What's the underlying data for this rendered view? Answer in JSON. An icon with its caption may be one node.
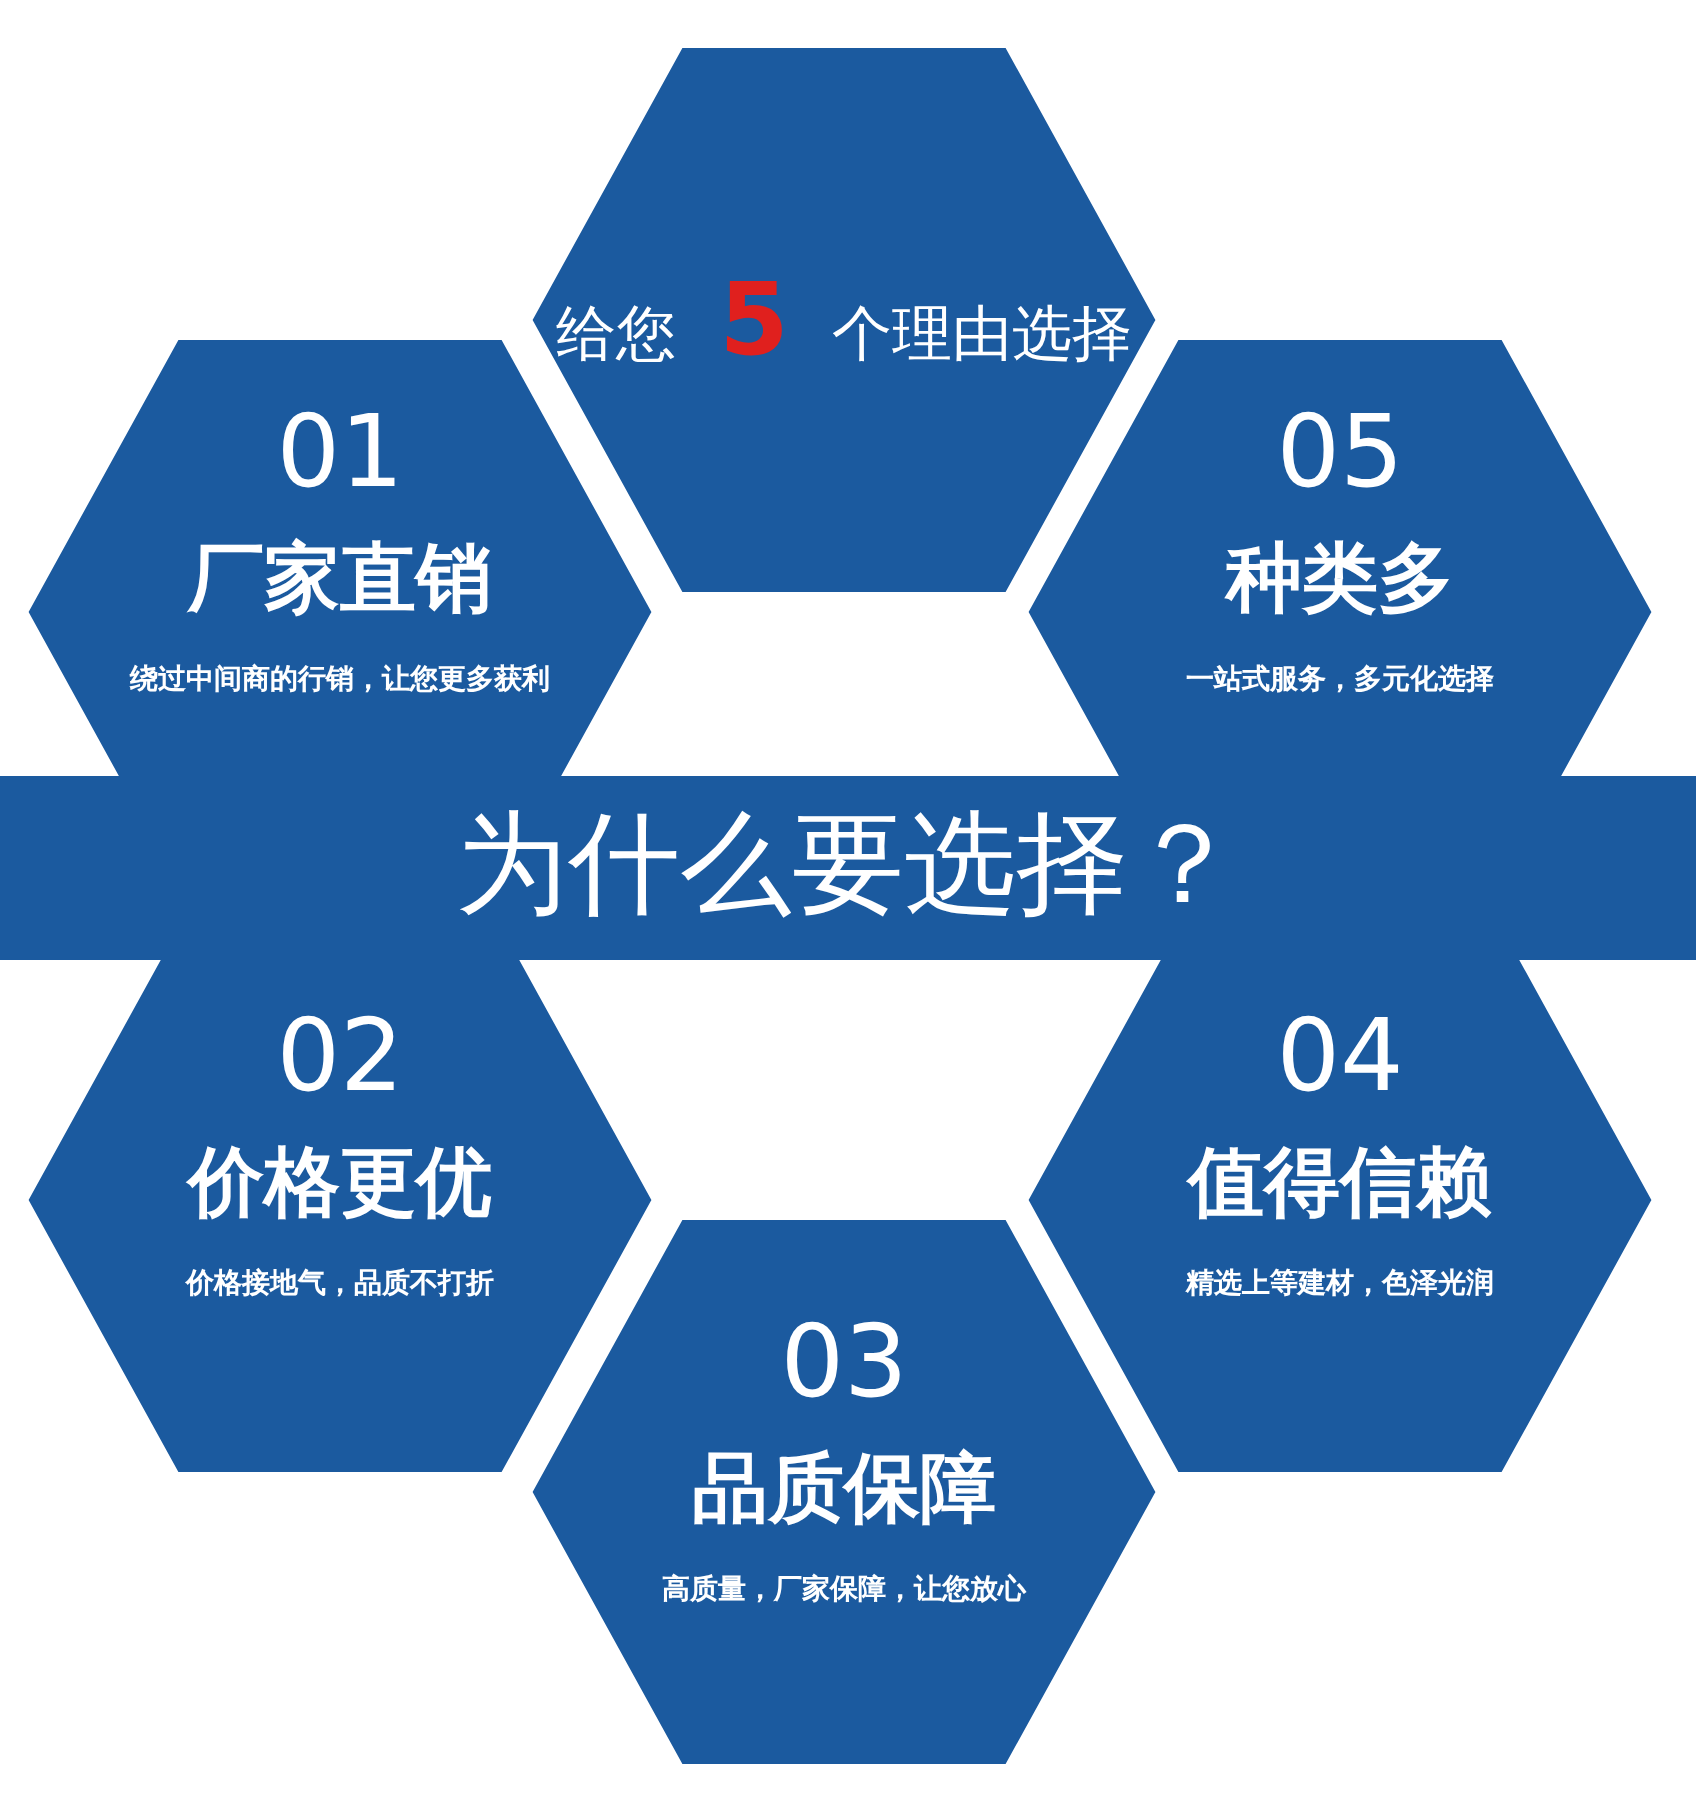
{
  "diagram": {
    "nodes": [
      {
        "text": [
          "给您 **5** 个理由选择"
        ]
      },
      {
        "text": [
          "01",
          "厂家直销",
          "绕过中间商的行销，让您更多获利"
        ]
      },
      {
        "text": [
          "05",
          "种类多",
          "一站式服务，多元化选择"
        ]
      },
      {
        "text": [
          "为什么要选择？"
        ]
      },
      {
        "text": [
          "02",
          "价格更优",
          "价格接地气，品质不打折"
        ]
      },
      {
        "text": [
          "04",
          "值得信赖",
          "精选上等建材，色泽光润"
        ]
      },
      {
        "text": [
          "03",
          "品质保障",
          "高质量，厂家保障，让您放心"
        ]
      }
    ]
  }
}
